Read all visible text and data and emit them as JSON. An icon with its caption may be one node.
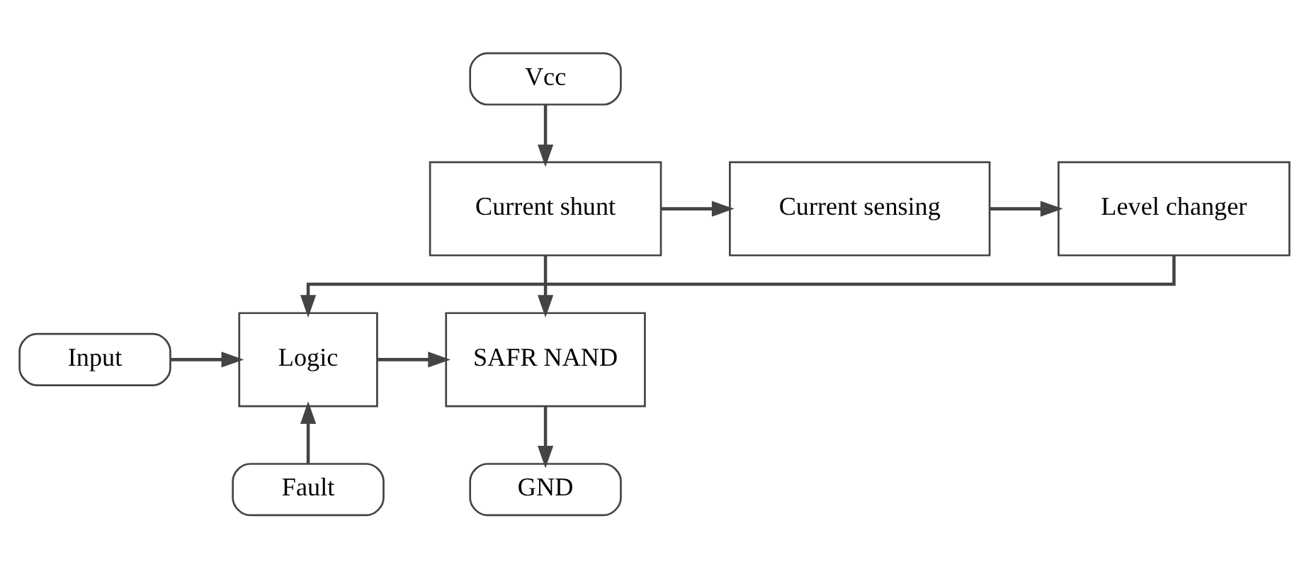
{
  "diagram": {
    "nodes": [
      {
        "text": [
          "Vcc"
        ]
      },
      {
        "text": [
          "Current shunt"
        ]
      },
      {
        "text": [
          "Current sensing"
        ]
      },
      {
        "text": [
          "Level changer"
        ]
      },
      {
        "text": [
          "Input"
        ]
      },
      {
        "text": [
          "Logic"
        ]
      },
      {
        "text": [
          "SAFR NAND"
        ]
      },
      {
        "text": [
          "Fault"
        ]
      },
      {
        "text": [
          "GND"
        ]
      }
    ],
    "edges": [
      {
        "from": 0,
        "to": 1,
        "arrow": "to"
      },
      {
        "from": 1,
        "to": 2,
        "arrow": "to"
      },
      {
        "from": 2,
        "to": 3,
        "arrow": "to"
      },
      {
        "from": 3,
        "to": 5,
        "arrow": "to"
      },
      {
        "from": 1,
        "to": 6,
        "arrow": "to"
      },
      {
        "from": 4,
        "to": 5,
        "arrow": "to"
      },
      {
        "from": 5,
        "to": 6,
        "arrow": "to"
      },
      {
        "from": 7,
        "to": 5,
        "arrow": "to"
      },
      {
        "from": 6,
        "to": 8,
        "arrow": "to"
      }
    ]
  }
}
